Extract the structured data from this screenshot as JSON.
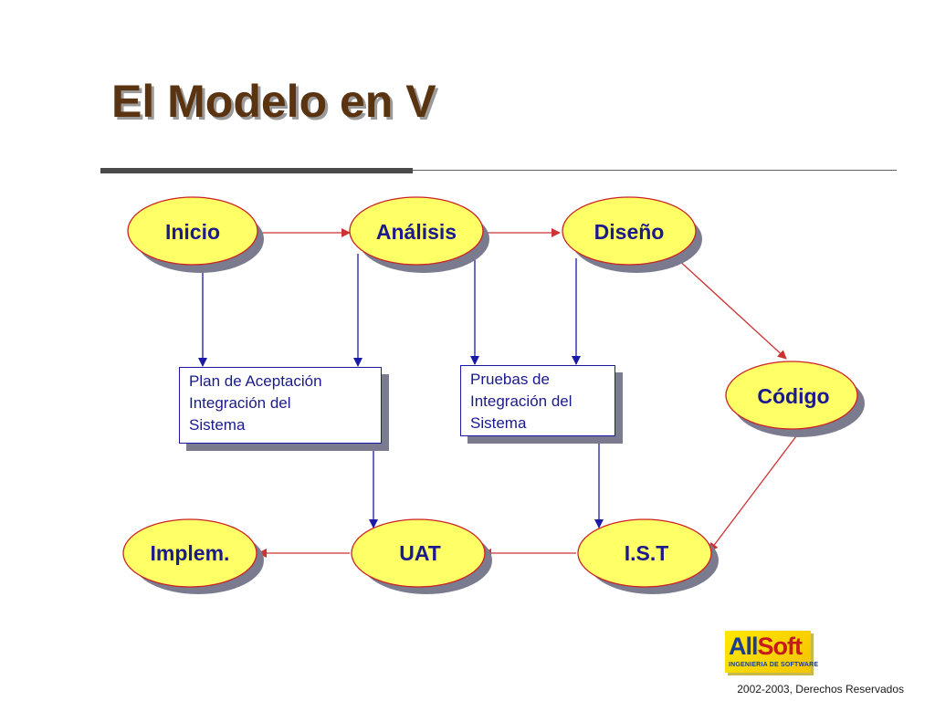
{
  "title": "El Modelo en V",
  "nodes": {
    "inicio": "Inicio",
    "analisis": "Análisis",
    "diseno": "Diseño",
    "codigo": "Código",
    "ist": "I.S.T",
    "uat": "UAT",
    "implem": "Implem."
  },
  "boxes": {
    "plan": "Plan de Aceptación\nIntegración del\nSistema",
    "pruebas": "Pruebas de\nIntegración del\nSistema"
  },
  "logo": {
    "part1": "All",
    "part2": "Soft",
    "tagline": "INGENIERIA DE SOFTWARE"
  },
  "footer": "2002-2003, Derechos Reservados",
  "colors": {
    "title": "#5a3311",
    "ellipse_fill": "#ffff66",
    "ellipse_border": "#cc2222",
    "red_arrow": "#cc3333",
    "blue_arrow": "#1a1aa6",
    "text": "#1a1a8c"
  }
}
